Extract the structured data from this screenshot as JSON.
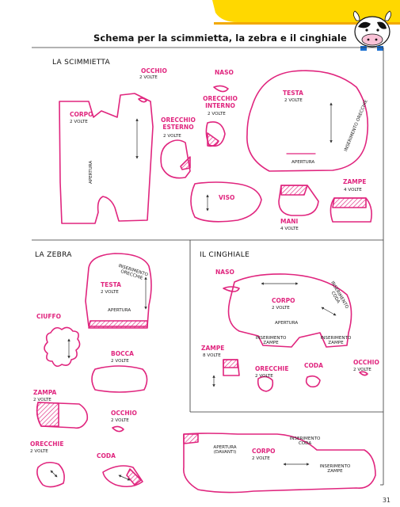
{
  "title": "Schema per la scimmietta, la zebra e il cinghiale",
  "page_number": "31",
  "colors": {
    "outline": "#e0257e",
    "accent_band": "#ffd800",
    "text": "#111111"
  },
  "sections": {
    "scimmietta": {
      "label": "LA SCIMMIETTA",
      "pieces": {
        "occhio": {
          "name": "OCCHIO",
          "count": "2 VOLTE"
        },
        "naso": {
          "name": "NASO"
        },
        "testa": {
          "name": "TESTA",
          "count": "2 VOLTE",
          "notes": [
            "APERTURA",
            "INSERIMENTO ORECCHIE"
          ]
        },
        "corpo": {
          "name": "CORPO",
          "count": "2 VOLTE",
          "notes": [
            "APERTURA"
          ]
        },
        "orecchio_interno": {
          "name_line1": "ORECCHIO",
          "name_line2": "INTERNO",
          "count": "2 VOLTE"
        },
        "orecchio_esterno": {
          "name_line1": "ORECCHIO",
          "name_line2": "ESTERNO",
          "count": "2 VOLTE"
        },
        "viso": {
          "name": "VISO"
        },
        "mani": {
          "name": "MANI",
          "count": "4 VOLTE"
        },
        "zampe": {
          "name": "ZAMPE",
          "count": "4 VOLTE"
        }
      }
    },
    "zebra": {
      "label": "LA ZEBRA",
      "pieces": {
        "testa": {
          "name": "TESTA",
          "count": "2 VOLTE",
          "notes": [
            "APERTURA",
            "INSERIMENTO ORECCHIE"
          ]
        },
        "ciuffo": {
          "name": "CIUFFO"
        },
        "bocca": {
          "name": "BOCCA",
          "count": "2 VOLTE"
        },
        "zampa": {
          "name": "ZAMPA",
          "count": "2 VOLTE"
        },
        "occhio": {
          "name": "OCCHIO",
          "count": "2 VOLTE"
        },
        "orecchie": {
          "name": "ORECCHIE",
          "count": "2 VOLTE"
        },
        "coda": {
          "name": "CODA"
        },
        "corpo": {
          "name": "CORPO",
          "count": "2 VOLTE",
          "notes": [
            "APERTURA (DAVANTI)",
            "INSERIMENTO CODA",
            "INSERIMENTO ZAMPE"
          ]
        }
      }
    },
    "cinghiale": {
      "label": "IL CINGHIALE",
      "pieces": {
        "naso": {
          "name": "NASO"
        },
        "corpo": {
          "name": "CORPO",
          "count": "2 VOLTE",
          "notes": [
            "APERTURA",
            "INSERIMENTO CODA",
            "INSERIMENTO ZAMPE",
            "INSERIMENTO ZAMPE"
          ]
        },
        "zampe": {
          "name": "ZAMPE",
          "count": "8 VOLTE"
        },
        "orecchie": {
          "name": "ORECCHIE",
          "count": "2 VOLTE"
        },
        "coda": {
          "name": "CODA"
        },
        "occhio": {
          "name": "OCCHIO",
          "count": "2 VOLTE"
        }
      }
    }
  }
}
